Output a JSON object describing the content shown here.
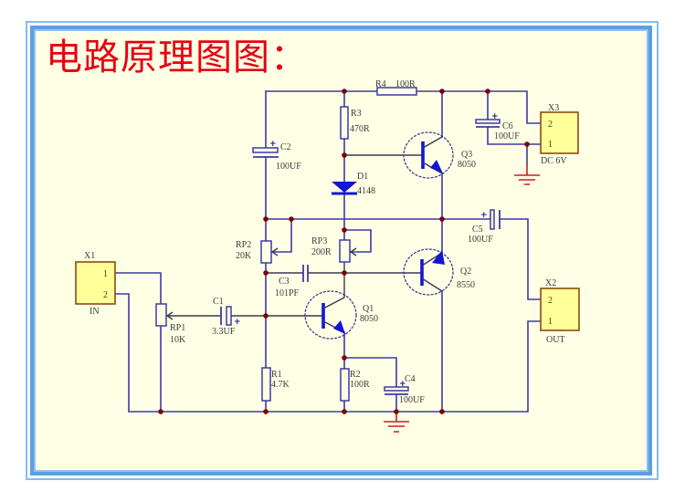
{
  "title": "电路原理图图：",
  "colors": {
    "title": "#e60012",
    "wire": "#3b3ba3",
    "device": "#1414d4",
    "junction": "#7a0000",
    "ground": "#d11a1a",
    "connector_fill": "#ffff99",
    "connector_stroke": "#8a4b12",
    "background": "#ffffe6",
    "frame": "#5b9fe3"
  },
  "schematic": {
    "connectors": {
      "x1": {
        "designator": "X1",
        "label": "IN",
        "pin1": "1",
        "pin2": "2"
      },
      "x2": {
        "designator": "X2",
        "label": "OUT",
        "pin1": "1",
        "pin2": "2"
      },
      "x3": {
        "designator": "X3",
        "label": "DC 6V",
        "pin1": "1",
        "pin2": "2"
      }
    },
    "resistors": {
      "r1": {
        "designator": "R1",
        "value": "4.7K"
      },
      "r2": {
        "designator": "R2",
        "value": "100R"
      },
      "r3": {
        "designator": "R3",
        "value": "470R"
      },
      "r4": {
        "designator": "R4",
        "value": "100R"
      }
    },
    "potentiometers": {
      "rp1": {
        "designator": "RP1",
        "value": "10K"
      },
      "rp2": {
        "designator": "RP2",
        "value": "20K"
      },
      "rp3": {
        "designator": "RP3",
        "value": "200R"
      }
    },
    "capacitors": {
      "c1": {
        "designator": "C1",
        "value": "3.3UF",
        "polarity": "+"
      },
      "c2": {
        "designator": "C2",
        "value": "100UF",
        "polarity": "+"
      },
      "c3": {
        "designator": "C3",
        "value": "101PF"
      },
      "c4": {
        "designator": "C4",
        "value": "100UF",
        "polarity": "+"
      },
      "c5": {
        "designator": "C5",
        "value": "100UF",
        "polarity": "+"
      },
      "c6": {
        "designator": "C6",
        "value": "100UF",
        "polarity": "+"
      }
    },
    "diodes": {
      "d1": {
        "designator": "D1",
        "value": "4148"
      }
    },
    "transistors": {
      "q1": {
        "designator": "Q1",
        "value": "8050"
      },
      "q2": {
        "designator": "Q2",
        "value": "8550"
      },
      "q3": {
        "designator": "Q3",
        "value": "8050"
      }
    }
  }
}
